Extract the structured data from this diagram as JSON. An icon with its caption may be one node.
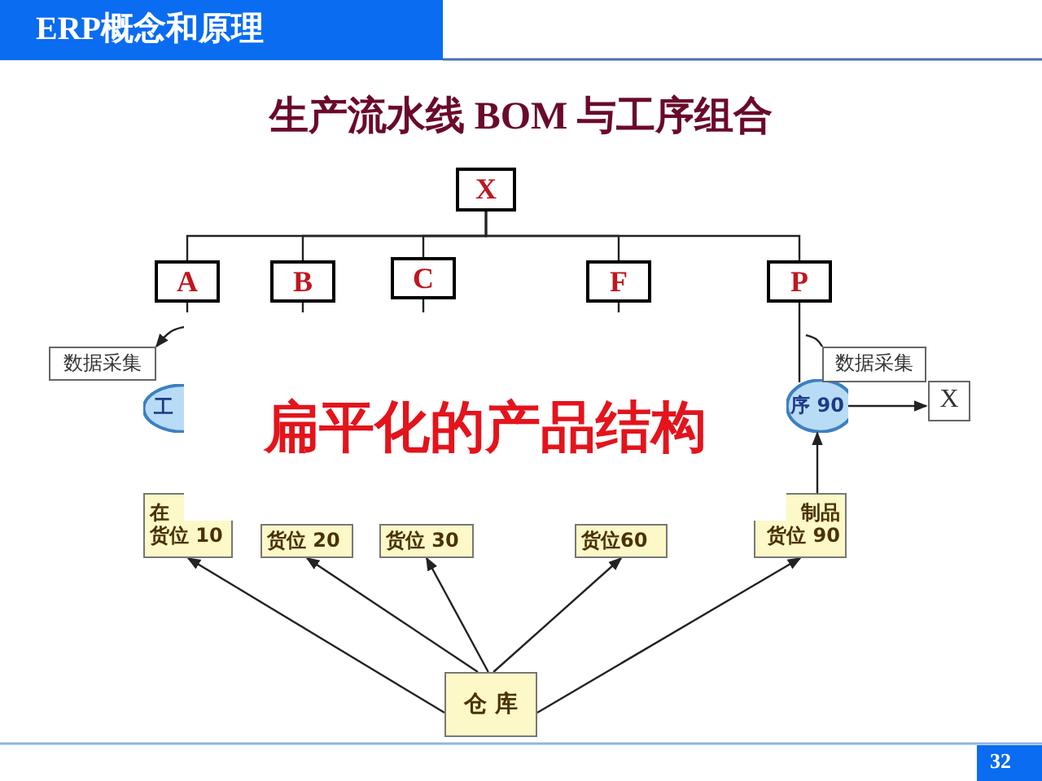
{
  "diagram": {
    "title": "生产流水线 BOM 与工序组合",
    "nodes": [
      {
        "text": [
          "X"
        ]
      },
      {
        "text": [
          "A"
        ]
      },
      {
        "text": [
          "B"
        ]
      },
      {
        "text": [
          "C"
        ]
      },
      {
        "text": [
          "F"
        ]
      },
      {
        "text": [
          "P"
        ]
      },
      {
        "text": [
          "数据采集"
        ]
      },
      {
        "text": [
          "工"
        ]
      },
      {
        "text": [
          "数据采集"
        ]
      },
      {
        "text": [
          "序 90"
        ]
      },
      {
        "text": [
          "X"
        ]
      },
      {
        "text": [
          "在",
          "货位 10"
        ]
      },
      {
        "text": [
          "货位 20"
        ]
      },
      {
        "text": [
          "货位 30"
        ]
      },
      {
        "text": [
          "货位60"
        ]
      },
      {
        "text": [
          "制品",
          "货位 90"
        ]
      },
      {
        "text": [
          "仓 库"
        ]
      }
    ],
    "edges": [
      {
        "from": 0,
        "to": 1,
        "arrow": "none"
      },
      {
        "from": 0,
        "to": 2,
        "arrow": "none"
      },
      {
        "from": 0,
        "to": 3,
        "arrow": "none"
      },
      {
        "from": 0,
        "to": 4,
        "arrow": "none"
      },
      {
        "from": 0,
        "to": 5,
        "arrow": "none"
      },
      {
        "from": null,
        "to": 6,
        "arrow": "to"
      },
      {
        "from": null,
        "to": 8,
        "arrow": "none"
      },
      {
        "from": 5,
        "to": 9,
        "arrow": "none"
      },
      {
        "from": 9,
        "to": 10,
        "arrow": "to"
      },
      {
        "from": 15,
        "to": 9,
        "arrow": "to"
      },
      {
        "from": 16,
        "to": 11,
        "arrow": "to"
      },
      {
        "from": 16,
        "to": 12,
        "arrow": "to"
      },
      {
        "from": 16,
        "to": 13,
        "arrow": "to"
      },
      {
        "from": 16,
        "to": 14,
        "arrow": "to"
      },
      {
        "from": 16,
        "to": 15,
        "arrow": "to"
      }
    ],
    "labels": [
      "ERP概念和原理",
      "扁平化的产品结构",
      "32"
    ]
  }
}
